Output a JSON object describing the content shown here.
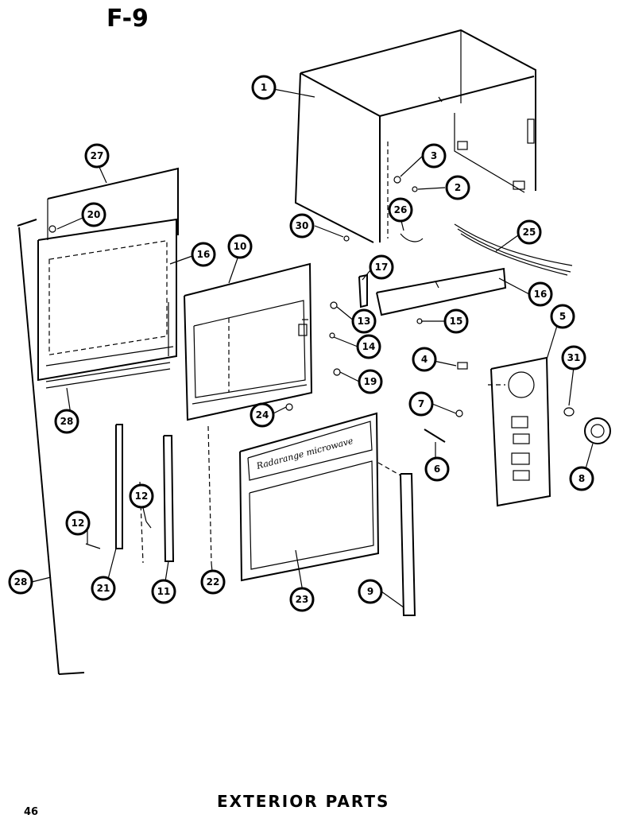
{
  "figure_title": "F-9",
  "caption": "EXTERIOR   PARTS",
  "page_number": "46",
  "door_script": "Radarange microwave",
  "callouts": [
    {
      "id": "c1",
      "label": "1"
    },
    {
      "id": "c2",
      "label": "2"
    },
    {
      "id": "c3",
      "label": "3"
    },
    {
      "id": "c4",
      "label": "4"
    },
    {
      "id": "c5",
      "label": "5"
    },
    {
      "id": "c6",
      "label": "6"
    },
    {
      "id": "c7",
      "label": "7"
    },
    {
      "id": "c8",
      "label": "8"
    },
    {
      "id": "c9",
      "label": "9"
    },
    {
      "id": "c10",
      "label": "10"
    },
    {
      "id": "c11",
      "label": "11"
    },
    {
      "id": "c12a",
      "label": "12"
    },
    {
      "id": "c12b",
      "label": "12"
    },
    {
      "id": "c13",
      "label": "13"
    },
    {
      "id": "c14",
      "label": "14"
    },
    {
      "id": "c15",
      "label": "15"
    },
    {
      "id": "c16a",
      "label": "16"
    },
    {
      "id": "c16b",
      "label": "16"
    },
    {
      "id": "c17",
      "label": "17"
    },
    {
      "id": "c19",
      "label": "19"
    },
    {
      "id": "c20",
      "label": "20"
    },
    {
      "id": "c21",
      "label": "21"
    },
    {
      "id": "c22",
      "label": "22"
    },
    {
      "id": "c23",
      "label": "23"
    },
    {
      "id": "c24",
      "label": "24"
    },
    {
      "id": "c25",
      "label": "25"
    },
    {
      "id": "c26",
      "label": "26"
    },
    {
      "id": "c27",
      "label": "27"
    },
    {
      "id": "c28a",
      "label": "28"
    },
    {
      "id": "c28b",
      "label": "28"
    },
    {
      "id": "c30",
      "label": "30"
    },
    {
      "id": "c31",
      "label": "31"
    }
  ]
}
